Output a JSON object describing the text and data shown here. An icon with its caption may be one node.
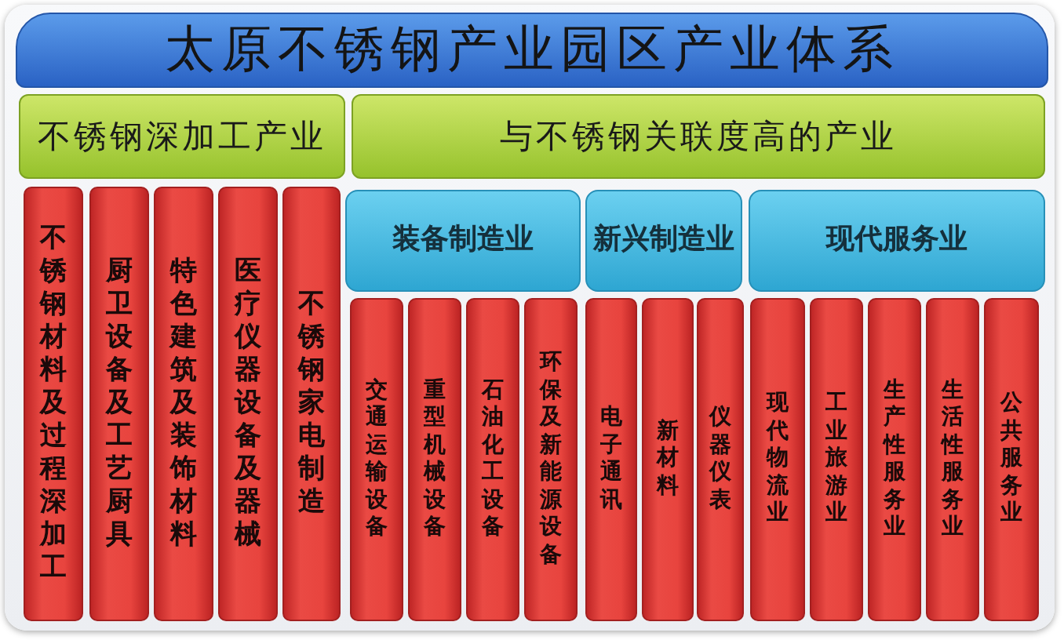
{
  "diagram": {
    "nodes": [
      {
        "text": [
          "太原不锈钢产业园区产业体系"
        ]
      },
      {
        "text": [
          "不锈钢深加工产业"
        ]
      },
      {
        "text": [
          "与不锈钢关联度高的产业"
        ]
      },
      {
        "text": [
          "不锈钢材料及过程深加工"
        ]
      },
      {
        "text": [
          "厨卫设备及工艺厨具"
        ]
      },
      {
        "text": [
          "特色建筑及装饰材料"
        ]
      },
      {
        "text": [
          "医疗仪器设备及器械"
        ]
      },
      {
        "text": [
          "不锈钢家电制造"
        ]
      },
      {
        "text": [
          "装备制造业"
        ]
      },
      {
        "text": [
          "新兴制造业"
        ]
      },
      {
        "text": [
          "现代服务业"
        ]
      },
      {
        "text": [
          "交通运输设备"
        ]
      },
      {
        "text": [
          "重型机械设备"
        ]
      },
      {
        "text": [
          "石油化工设备"
        ]
      },
      {
        "text": [
          "环保及新能源设备"
        ]
      },
      {
        "text": [
          "电子通讯"
        ]
      },
      {
        "text": [
          "新材料"
        ]
      },
      {
        "text": [
          "仪器仪表"
        ]
      },
      {
        "text": [
          "现代物流业"
        ]
      },
      {
        "text": [
          "工业旅游业"
        ]
      },
      {
        "text": [
          "生产性服务业"
        ]
      },
      {
        "text": [
          "生活性服务业"
        ]
      },
      {
        "text": [
          "公共服务业"
        ]
      }
    ]
  }
}
